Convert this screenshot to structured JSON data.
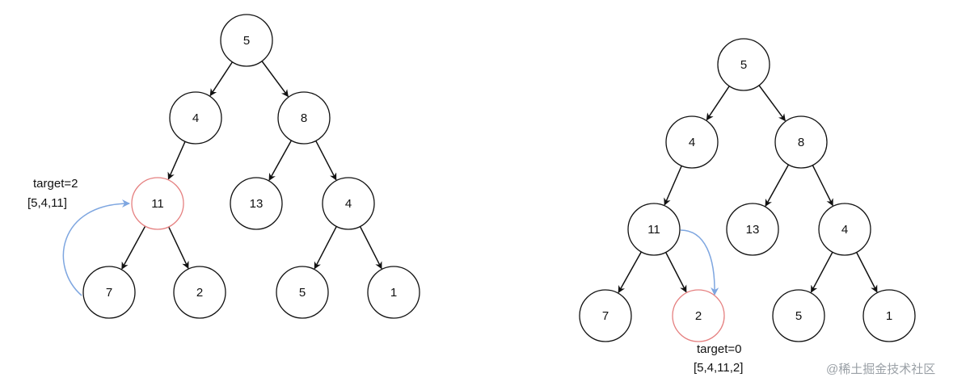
{
  "colors": {
    "node_stroke": "#111111",
    "node_fill": "#ffffff",
    "highlight_stroke": "#e58080",
    "edge": "#111111",
    "path_arrow": "#7ea6e0",
    "text": "#111111",
    "watermark": "#9aa0a6"
  },
  "trees": [
    {
      "nodes": [
        {
          "id": "root",
          "label": "5",
          "highlight": false
        },
        {
          "id": "l",
          "label": "4",
          "highlight": false
        },
        {
          "id": "r",
          "label": "8",
          "highlight": false
        },
        {
          "id": "ll",
          "label": "11",
          "highlight": true
        },
        {
          "id": "rl",
          "label": "13",
          "highlight": false
        },
        {
          "id": "rr",
          "label": "4",
          "highlight": false
        },
        {
          "id": "lll",
          "label": "7",
          "highlight": false
        },
        {
          "id": "llr",
          "label": "2",
          "highlight": false
        },
        {
          "id": "rrl",
          "label": "5",
          "highlight": false
        },
        {
          "id": "rrr",
          "label": "1",
          "highlight": false
        }
      ],
      "annotation": {
        "line1": "target=2",
        "line2": "[5,4,11]"
      }
    },
    {
      "nodes": [
        {
          "id": "root",
          "label": "5",
          "highlight": false
        },
        {
          "id": "l",
          "label": "4",
          "highlight": false
        },
        {
          "id": "r",
          "label": "8",
          "highlight": false
        },
        {
          "id": "ll",
          "label": "11",
          "highlight": false
        },
        {
          "id": "rl",
          "label": "13",
          "highlight": false
        },
        {
          "id": "rr",
          "label": "4",
          "highlight": false
        },
        {
          "id": "lll",
          "label": "7",
          "highlight": false
        },
        {
          "id": "llr",
          "label": "2",
          "highlight": true
        },
        {
          "id": "rrl",
          "label": "5",
          "highlight": false
        },
        {
          "id": "rrr",
          "label": "1",
          "highlight": false
        }
      ],
      "annotation": {
        "line1": "target=0",
        "line2": "[5,4,11,2]"
      }
    }
  ],
  "watermark": "@稀土掘金技术社区"
}
